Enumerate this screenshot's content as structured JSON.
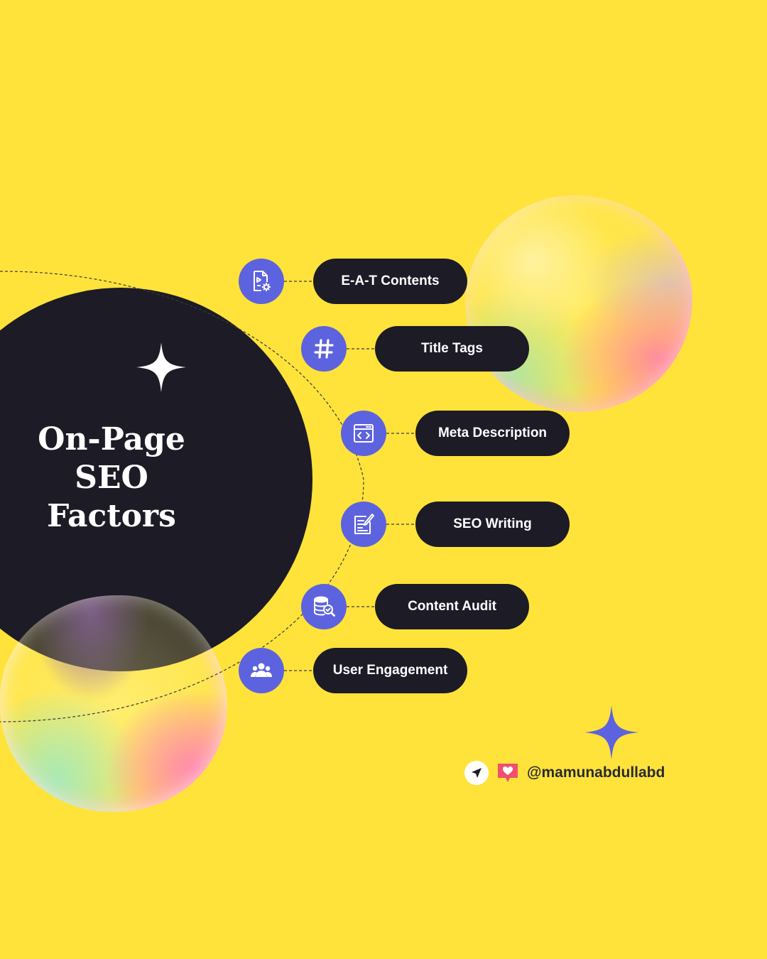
{
  "title_lines": [
    "On-Page",
    "SEO",
    "Factors"
  ],
  "factors": [
    {
      "label": "E-A-T Contents",
      "icon": "document-settings-icon"
    },
    {
      "label": "Title Tags",
      "icon": "hashtag-icon"
    },
    {
      "label": "Meta Description",
      "icon": "code-window-icon"
    },
    {
      "label": "SEO Writing",
      "icon": "writing-icon"
    },
    {
      "label": "Content Audit",
      "icon": "database-search-icon"
    },
    {
      "label": "User Engagement",
      "icon": "users-icon"
    }
  ],
  "handle": "@mamunabdullabd",
  "colors": {
    "background": "#FFE33A",
    "dark": "#1C1B26",
    "accent": "#5D63DE",
    "white": "#FFFFFF"
  }
}
